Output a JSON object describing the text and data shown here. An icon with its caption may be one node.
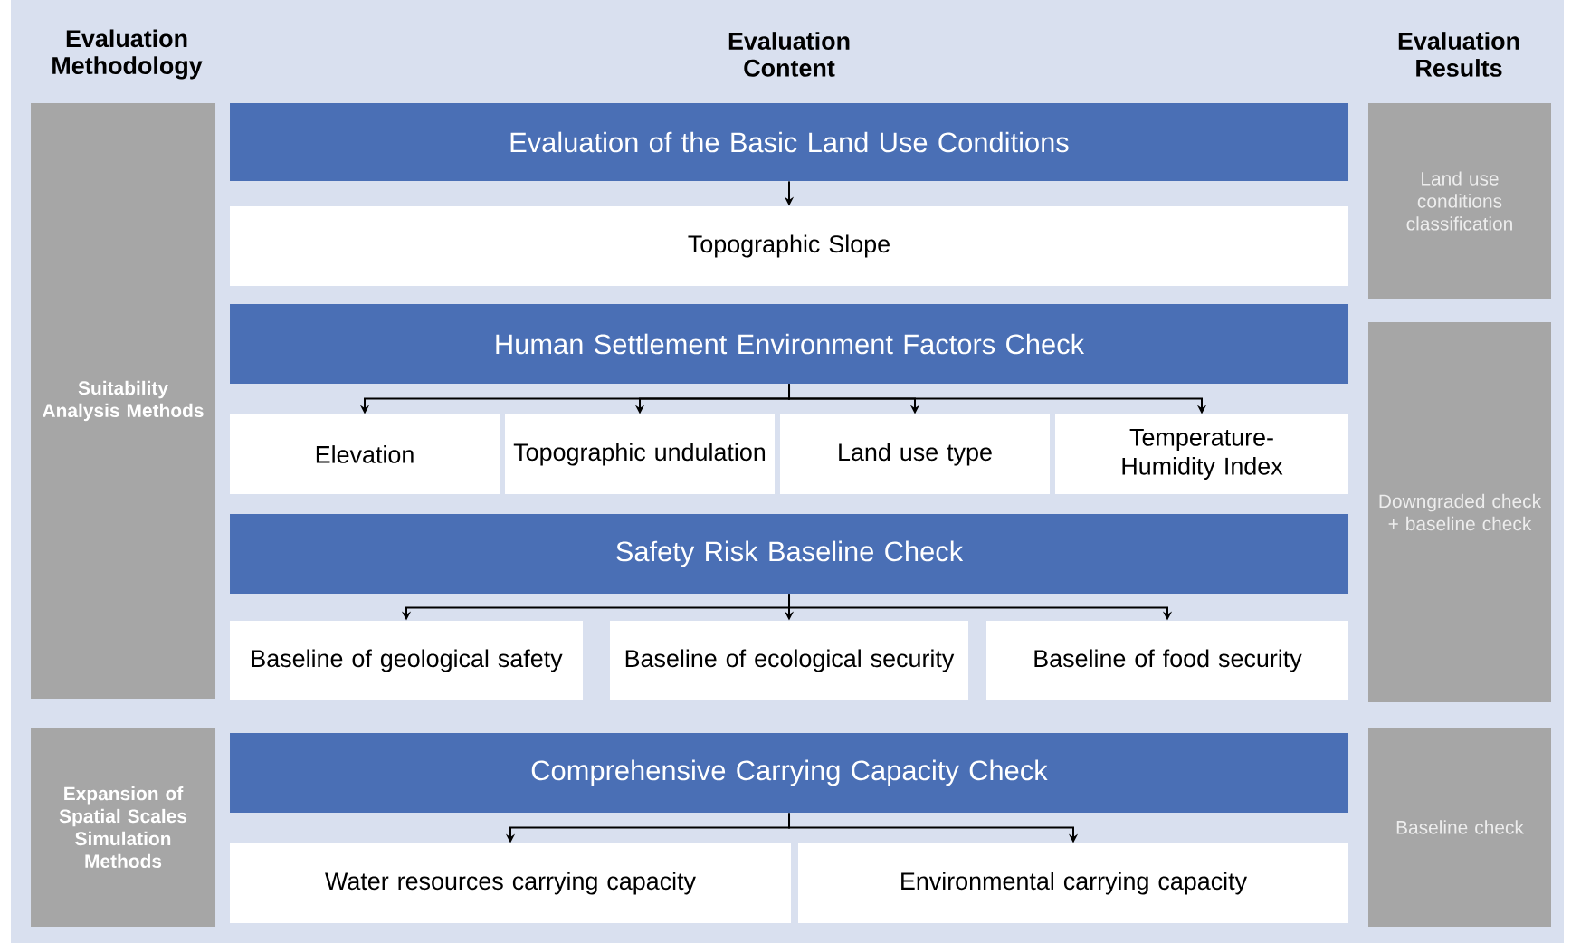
{
  "diagram": {
    "nodes": [
      {
        "text": [
          "Suitability Analysis Methods"
        ]
      },
      {
        "text": [
          "Expansion of Spatial Scales Simulation Methods"
        ]
      },
      {
        "text": [
          "Evaluation of the Basic Land Use Conditions"
        ]
      },
      {
        "text": [
          "Topographic Slope"
        ]
      },
      {
        "text": [
          "Human Settlement Environment Factors Check"
        ]
      },
      {
        "text": [
          "Elevation"
        ]
      },
      {
        "text": [
          "Topographic undulation"
        ]
      },
      {
        "text": [
          "Land use type"
        ]
      },
      {
        "text": [
          "Temperature-Humidity Index"
        ]
      },
      {
        "text": [
          "Safety Risk Baseline Check"
        ]
      },
      {
        "text": [
          "Baseline of geological safety"
        ]
      },
      {
        "text": [
          "Baseline of ecological security"
        ]
      },
      {
        "text": [
          "Baseline of food security"
        ]
      },
      {
        "text": [
          "Comprehensive Carrying Capacity Check"
        ]
      },
      {
        "text": [
          "Water resources carrying capacity"
        ]
      },
      {
        "text": [
          "Environmental carrying capacity"
        ]
      },
      {
        "text": [
          "Land use conditions classification"
        ]
      },
      {
        "text": [
          "Downgraded check + baseline check"
        ]
      },
      {
        "text": [
          "Baseline check"
        ]
      }
    ],
    "edges": [
      {
        "from": 2,
        "to": 3,
        "arrow": "to"
      },
      {
        "from": 4,
        "to": 5,
        "arrow": "to"
      },
      {
        "from": 4,
        "to": 6,
        "arrow": "to"
      },
      {
        "from": 4,
        "to": 7,
        "arrow": "to"
      },
      {
        "from": 4,
        "to": 8,
        "arrow": "to"
      },
      {
        "from": 9,
        "to": 10,
        "arrow": "to"
      },
      {
        "from": 9,
        "to": 11,
        "arrow": "to"
      },
      {
        "from": 9,
        "to": 12,
        "arrow": "to"
      },
      {
        "from": 13,
        "to": 14,
        "arrow": "to"
      },
      {
        "from": 13,
        "to": 15,
        "arrow": "to"
      }
    ],
    "labels": [
      "Evaluation Methodology",
      "Evaluation Content",
      "Evaluation Results"
    ]
  }
}
